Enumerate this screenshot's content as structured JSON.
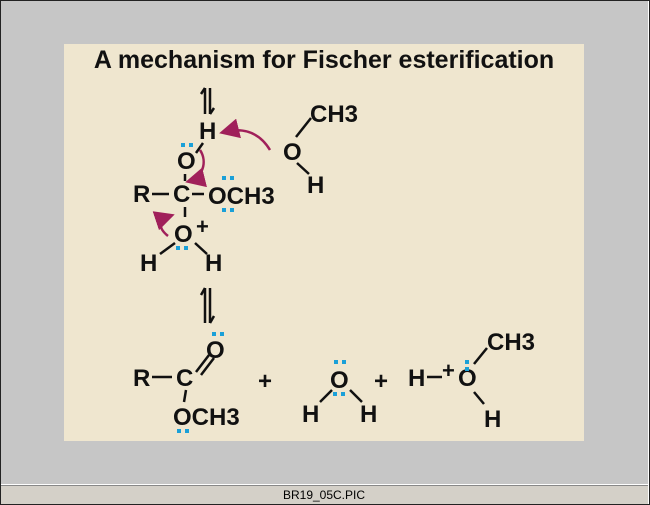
{
  "title": "A mechanism for Fischer esterification",
  "status_bar": {
    "filename": "BR19_05C.PIC"
  },
  "colors": {
    "background": "#c6c6c6",
    "slide": "#efe6cf",
    "arrow": "#a0205a",
    "lone_pair": "#1aa0d8",
    "text": "#111111"
  },
  "diagram": {
    "methanol": {
      "ch3": "CH3",
      "o": "O",
      "h": "H"
    },
    "intermediate": {
      "h_top": "H",
      "o_top": "O",
      "r": "R",
      "c": "C",
      "och3": "OCH3",
      "o_bottom": "O",
      "plus": "+",
      "h_left": "H",
      "h_right": "H"
    },
    "products": {
      "ester_r": "R",
      "ester_c": "C",
      "ester_o": "O",
      "ester_och3": "OCH3",
      "plus_1": "+",
      "water_o": "O",
      "water_h_left": "H",
      "water_h_right": "H",
      "plus_2": "+",
      "oxonium_h": "H",
      "oxonium_plus": "+",
      "oxonium_o": "O",
      "oxonium_ch3": "CH3",
      "oxonium_h_bottom": "H"
    }
  }
}
